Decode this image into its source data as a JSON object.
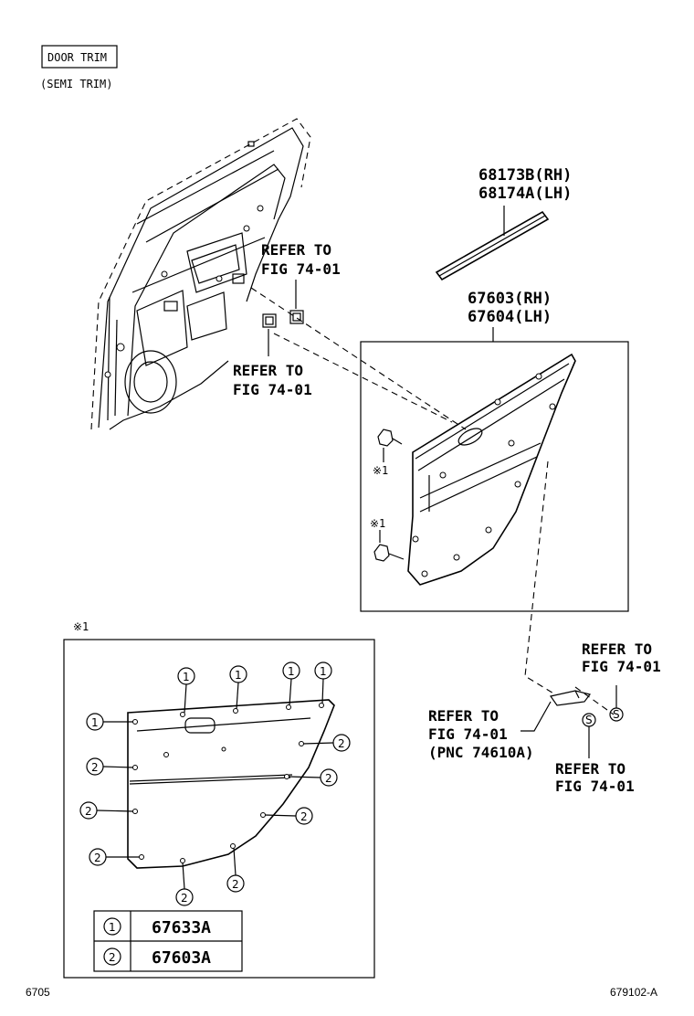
{
  "header": {
    "title_box": "DOOR TRIM",
    "subtitle": "(SEMI TRIM)"
  },
  "labels": {
    "weatherstrip_rh": "68173B(RH)",
    "weatherstrip_lh": "68174A(LH)",
    "board_rh": "67603(RH)",
    "board_lh": "67604(LH)",
    "refer_to": "REFER TO",
    "fig_ref": "FIG 74-01",
    "pnc_ref": "(PNC 74610A)",
    "asterisk_note": "※1",
    "s_mark": "S"
  },
  "detail": {
    "title": "※1",
    "callout_1": "1",
    "callout_2": "2"
  },
  "parts_table": [
    {
      "key": "1",
      "part": "67633A"
    },
    {
      "key": "2",
      "part": "67603A"
    }
  ],
  "footer": {
    "left_code": "6705",
    "right_code": "679102-A"
  },
  "colors": {
    "line": "#000000",
    "background": "#ffffff"
  }
}
